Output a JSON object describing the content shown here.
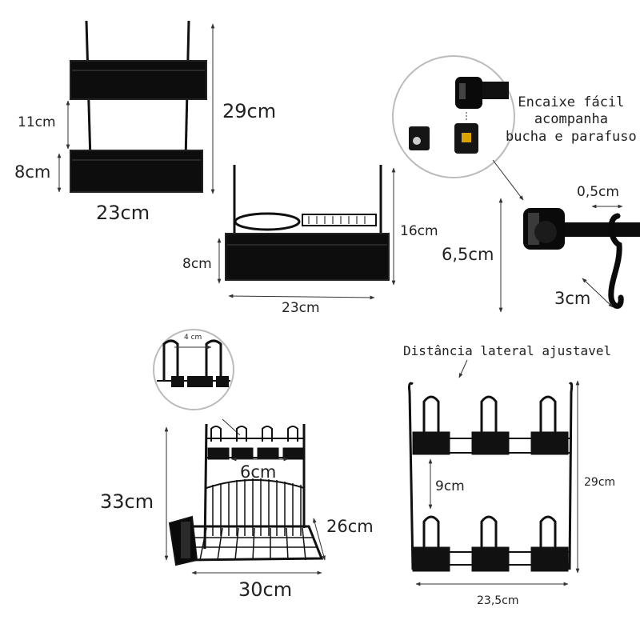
{
  "labels": {
    "shelf2_height": "29cm",
    "shelf2_gap": "11cm",
    "shelf2_basket": "8cm",
    "shelf2_width": "23cm",
    "shelf1_height": "16cm",
    "shelf1_basket": "8cm",
    "shelf1_width": "23cm",
    "hook_thickness": "0,5cm",
    "hook_height": "6,5cm",
    "hook_depth": "3cm",
    "hook_callout": [
      "Encaixe fácil",
      "acompanha",
      "bucha e parafuso"
    ],
    "detail_spacing": "4 cm",
    "dish_rack_height": "33cm",
    "dish_rack_slot": "6cm",
    "dish_rack_depth": "26cm",
    "dish_rack_width": "30cm",
    "cup_rack_note": "Distância lateral ajustavel",
    "cup_rack_gap": "9cm",
    "cup_rack_height": "29cm",
    "cup_rack_width": "23,5cm"
  },
  "icons": {
    "product_color": "#111111",
    "dimension_line_color": "#333333"
  }
}
